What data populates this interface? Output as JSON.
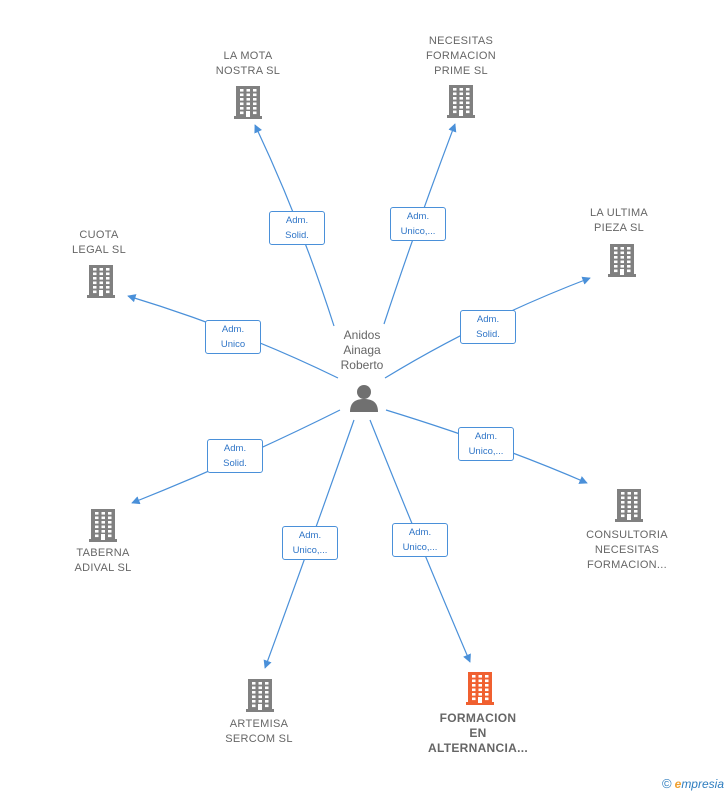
{
  "center": {
    "label_lines": [
      "Anidos",
      "Ainaga",
      "Roberto"
    ]
  },
  "nodes": [
    {
      "id": "la-mota",
      "label_lines": [
        "LA MOTA",
        "NOSTRA  SL"
      ],
      "role": "Adm.\nSolid.",
      "highlight": false
    },
    {
      "id": "necesitas-prime",
      "label_lines": [
        "NECESITAS",
        "FORMACION",
        "PRIME  SL"
      ],
      "role": "Adm.\nUnico,...",
      "highlight": false
    },
    {
      "id": "cuota-legal",
      "label_lines": [
        "CUOTA",
        "LEGAL  SL"
      ],
      "role": "Adm.\nUnico",
      "highlight": false
    },
    {
      "id": "la-ultima",
      "label_lines": [
        "LA ULTIMA",
        "PIEZA  SL"
      ],
      "role": "Adm.\nSolid.",
      "highlight": false
    },
    {
      "id": "taberna",
      "label_lines": [
        "TABERNA",
        "ADIVAL  SL"
      ],
      "role": "Adm.\nSolid.",
      "highlight": false
    },
    {
      "id": "consultoria",
      "label_lines": [
        "CONSULTORIA",
        "NECESITAS",
        "FORMACION..."
      ],
      "role": "Adm.\nUnico,...",
      "highlight": false
    },
    {
      "id": "artemisa",
      "label_lines": [
        "ARTEMISA",
        "SERCOM  SL"
      ],
      "role": "Adm.\nUnico,...",
      "highlight": false
    },
    {
      "id": "formacion",
      "label_lines": [
        "FORMACION",
        "EN",
        "ALTERNANCIA..."
      ],
      "role": "Adm.\nUnico,...",
      "highlight": true
    }
  ],
  "colors": {
    "building": "#808080",
    "building_highlight": "#f06030",
    "person": "#707070",
    "edge": "#4a90d9",
    "label_text": "#2f75c7"
  },
  "footer": {
    "copyright": "©",
    "brand_first": "e",
    "brand_rest": "mpresia"
  }
}
